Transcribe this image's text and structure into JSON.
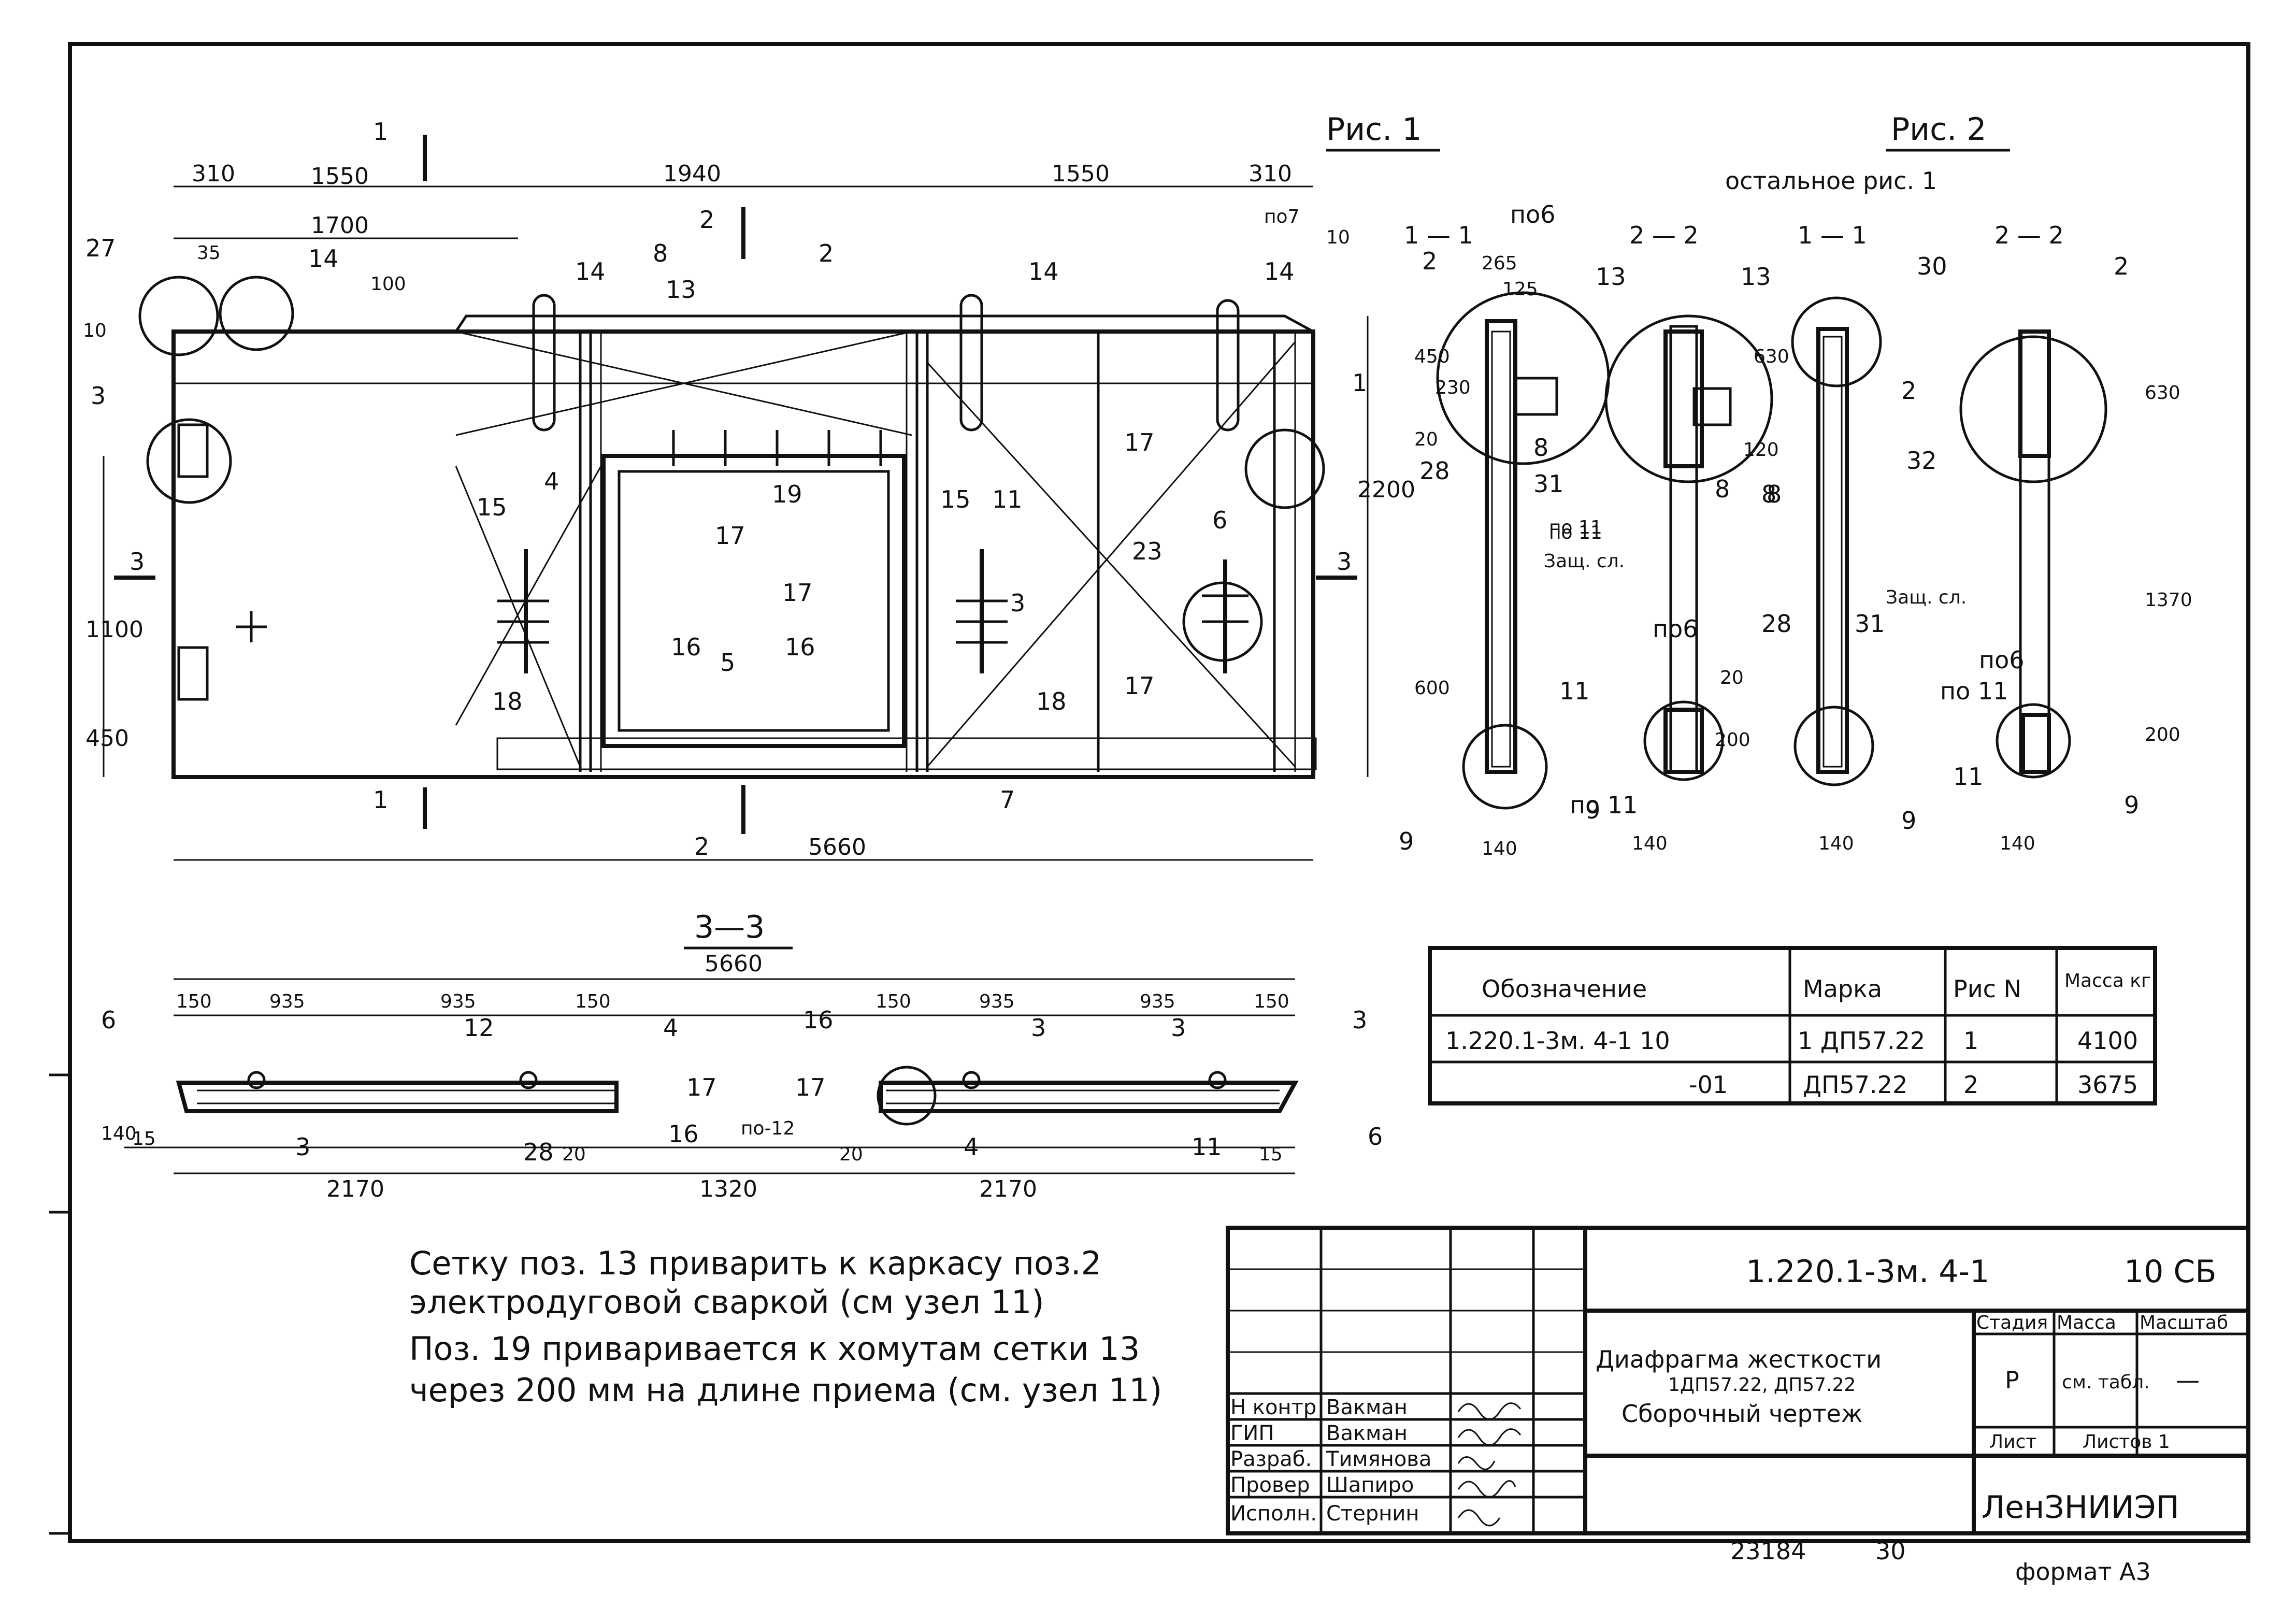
{
  "figures": {
    "fig1_title": "Рис. 1",
    "fig2_title": "Рис. 2",
    "fig2_subtitle": "остальное рис. 1",
    "section_3_3": "3—3",
    "section_1_1": "1 — 1",
    "section_2_2": "2 — 2"
  },
  "dims_top": [
    "310",
    "1550",
    "1940",
    "1550",
    "310",
    "1700",
    "35",
    "100",
    "10",
    "10"
  ],
  "dims_left": [
    "1100",
    "450",
    "10"
  ],
  "dims_overall": "5660",
  "dims_right": "2200",
  "dims_sections": [
    "265",
    "125",
    "450",
    "230",
    "20",
    "630",
    "120",
    "600",
    "1370",
    "200",
    "20",
    "140"
  ],
  "dims_33_top": [
    "150",
    "935",
    "935",
    "150",
    "150",
    "935",
    "935",
    "150"
  ],
  "dims_33_bottom": [
    "15",
    "2170",
    "20",
    "1320",
    "20",
    "2170",
    "15"
  ],
  "dims_33_height": "140",
  "section_33_total": "5660",
  "callouts": [
    "27",
    "14",
    "3",
    "2",
    "8",
    "13",
    "1",
    "4",
    "15",
    "18",
    "19",
    "17",
    "16",
    "5",
    "11",
    "23",
    "6",
    "7",
    "9",
    "12",
    "28",
    "31",
    "30",
    "32",
    "по6",
    "по7",
    "по 11",
    "по-12"
  ],
  "protective_layer": "Защ. сл.",
  "table": {
    "headers": [
      "Обозначение",
      "Марка",
      "Рис N",
      "Масса кг"
    ],
    "rows": [
      [
        "1.220.1-3м. 4-1 10",
        "1 ДП57.22",
        "1",
        "4100"
      ],
      [
        "-01",
        "ДП57.22",
        "2",
        "3675"
      ]
    ]
  },
  "notes": [
    "Сетку поз. 13 приварить к каркасу поз.2",
    "электродуговой сваркой (см узел 11)",
    "Поз. 19 приваривается к хомутам сетки 13",
    "через 200 мм на длине приема (см. узел 11)"
  ],
  "title_block": {
    "code": "1.220.1-3м. 4-1",
    "suffix": "10 СБ",
    "name_line1": "Диафрагма жесткости",
    "name_line2": "1ДП57.22, ДП57.22",
    "name_line3": "Сборочный чертеж",
    "stage_label": "Стадия",
    "mass_label": "Масса",
    "scale_label": "Масштаб",
    "stage": "Р",
    "mass": "см. табл.",
    "scale": "—",
    "sheet_label": "Лист",
    "sheets_label": "Листов 1",
    "org": "ЛенЗНИИЭП",
    "signatures": [
      {
        "role": "Н контр",
        "name": "Вакман"
      },
      {
        "role": "ГИП",
        "name": "Вакман"
      },
      {
        "role": "Разраб.",
        "name": "Тимянова"
      },
      {
        "role": "Провер",
        "name": "Шапиро"
      },
      {
        "role": "Исполн.",
        "name": "Стернин"
      }
    ]
  },
  "footer": {
    "number": "23184",
    "page": "30",
    "format": "формат А3"
  }
}
